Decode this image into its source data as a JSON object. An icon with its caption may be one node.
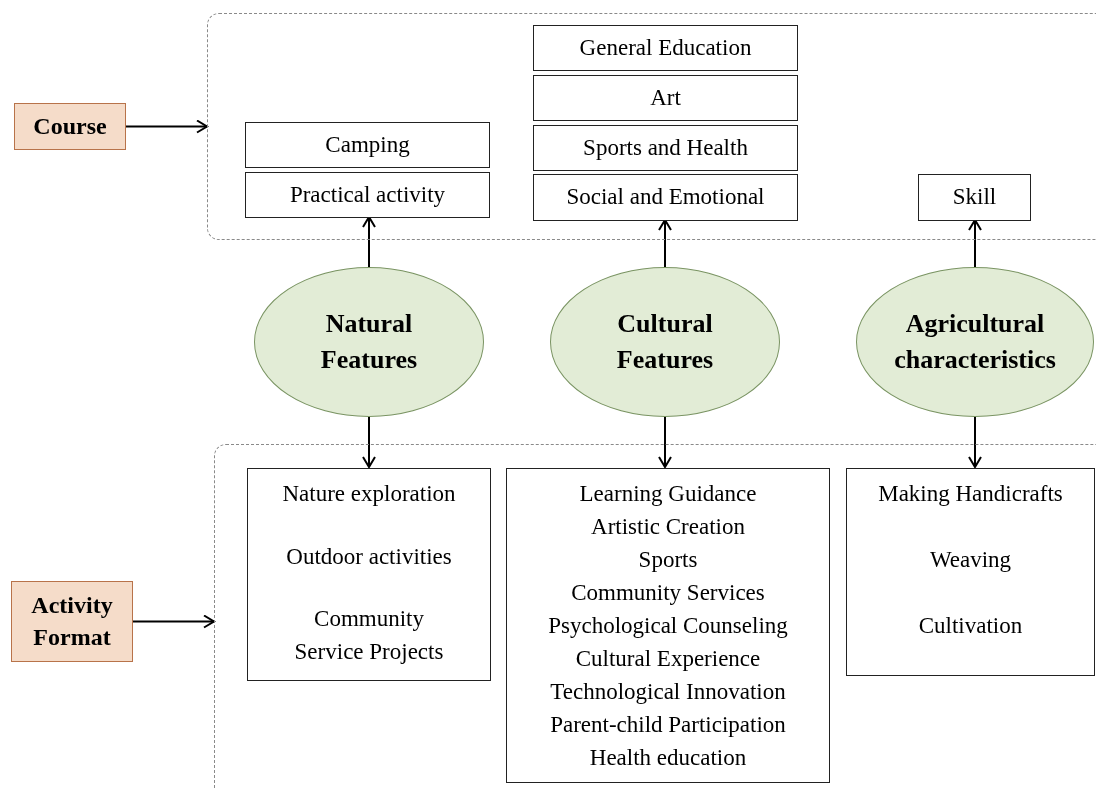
{
  "diagram": {
    "nodes": [
      {
        "text": [
          "Course"
        ]
      },
      {
        "text": [],
        "shape": "box"
      },
      {
        "text": [
          "Camping"
        ],
        "in": 1
      },
      {
        "text": [
          "Practical activity"
        ],
        "in": 1
      },
      {
        "text": [
          "General Education"
        ],
        "in": 1
      },
      {
        "text": [
          "Art"
        ],
        "in": 1
      },
      {
        "text": [
          "Sports and Health"
        ],
        "in": 1
      },
      {
        "text": [
          "Social and Emotional"
        ],
        "in": 1
      },
      {
        "text": [
          "Skill"
        ],
        "in": 1
      },
      {
        "text": [
          "Natural Features"
        ]
      },
      {
        "text": [
          "Cultural Features"
        ]
      },
      {
        "text": [
          "Agricultural characteristics"
        ]
      },
      {
        "text": [
          "Activity Format"
        ]
      },
      {
        "text": [],
        "shape": "box"
      },
      {
        "text": [
          "Nature exploration",
          "Outdoor activities",
          "Community Service Projects"
        ],
        "in": 13
      },
      {
        "text": [
          "Learning Guidance",
          "Artistic Creation",
          "Sports",
          "Community Services",
          "Psychological Counseling",
          "Cultural Experience",
          "Technological Innovation",
          "Parent-child Participation",
          "Health education"
        ],
        "in": 13
      },
      {
        "text": [
          "Making Handicrafts",
          "Weaving",
          "Cultivation"
        ],
        "in": 13
      }
    ],
    "edges": [
      {
        "from": 0,
        "to": 1,
        "arrow": "to"
      },
      {
        "from": 9,
        "to": 3,
        "arrow": "to"
      },
      {
        "from": 10,
        "to": 7,
        "arrow": "to"
      },
      {
        "from": 11,
        "to": 8,
        "arrow": "to"
      },
      {
        "from": 12,
        "to": 13,
        "arrow": "to"
      },
      {
        "from": 9,
        "to": 14,
        "arrow": "to"
      },
      {
        "from": 10,
        "to": 15,
        "arrow": "to"
      },
      {
        "from": 11,
        "to": 16,
        "arrow": "to"
      }
    ]
  }
}
